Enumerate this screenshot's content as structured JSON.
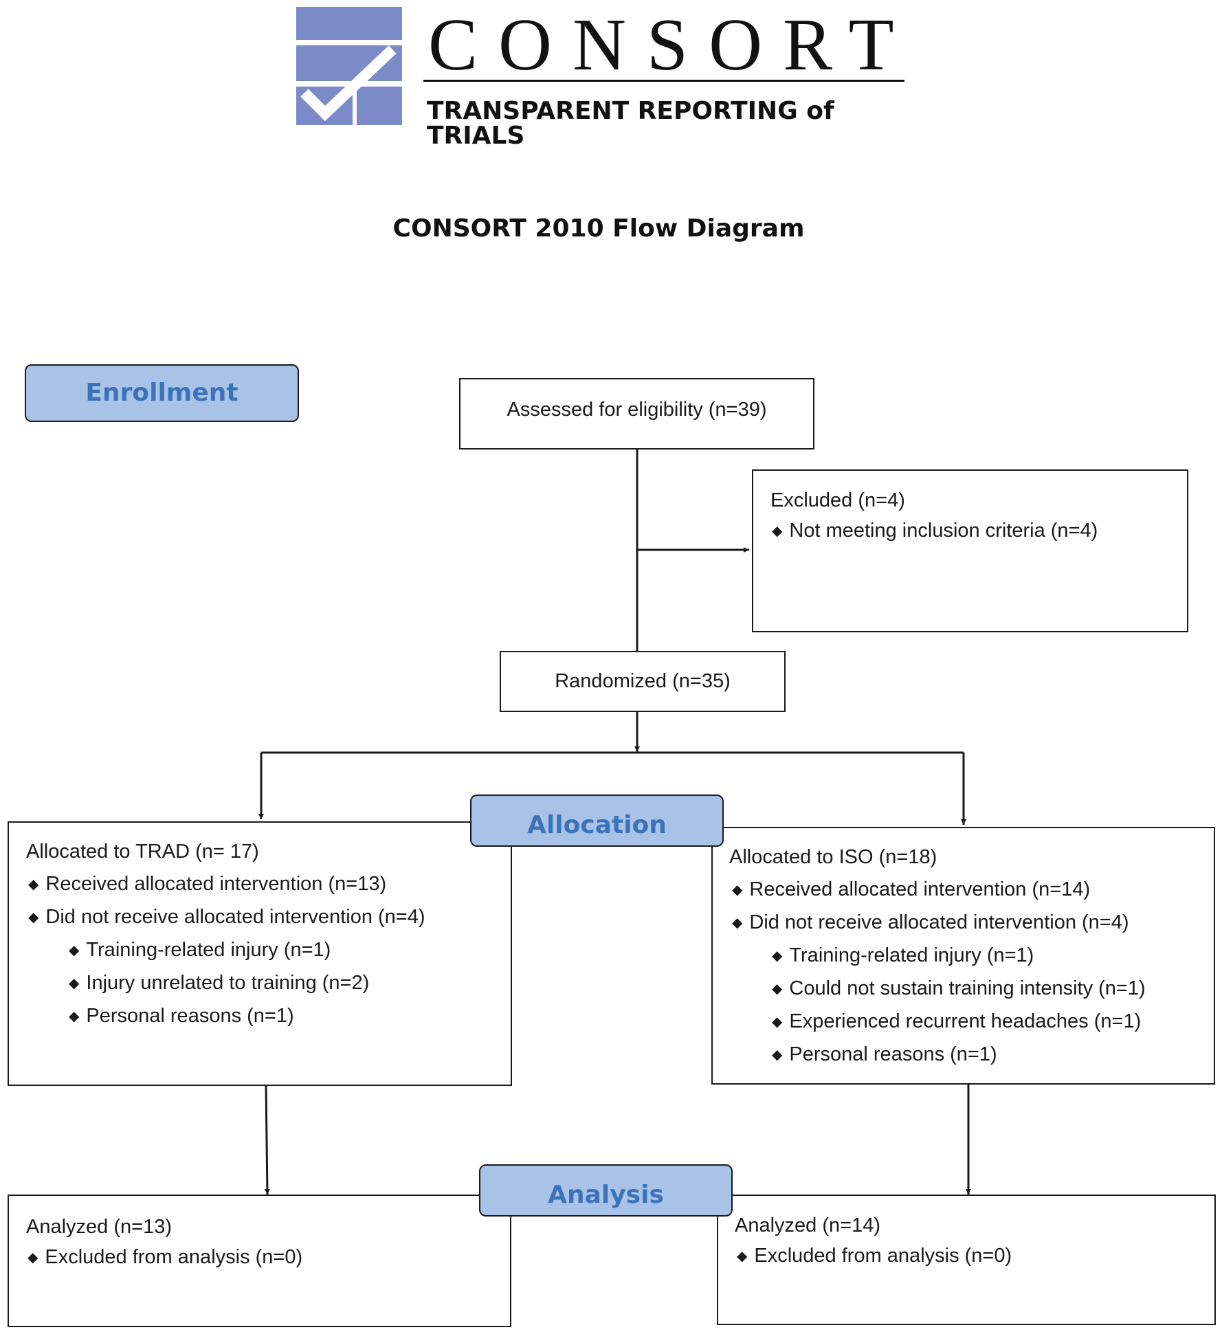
{
  "logo": {
    "wordmark": "CONSORT",
    "tagline": "TRANSPARENT REPORTING of TRIALS",
    "color": "#7a8bc8"
  },
  "title": "CONSORT 2010 Flow Diagram",
  "stages": {
    "enrollment": "Enrollment",
    "allocation": "Allocation",
    "analysis": "Analysis"
  },
  "colors": {
    "stage_fill": "#a9c3e8",
    "stage_text": "#3c73b8",
    "line": "#1a1a1a"
  },
  "assessed": "Assessed for eligibility (n=39)",
  "excluded": {
    "title": "Excluded (n=4)",
    "items": [
      "Not meeting inclusion criteria (n=4)"
    ]
  },
  "randomized": "Randomized (n=35)",
  "trad": {
    "title": "Allocated to TRAD (n= 17)",
    "received": "Received allocated intervention (n=13)",
    "not_received": "Did not receive allocated intervention (n=4)",
    "reasons": [
      "Training-related injury (n=1)",
      "Injury unrelated to training (n=2)",
      "Personal reasons (n=1)"
    ],
    "analyzed": "Analyzed (n=13)",
    "excluded_analysis": "Excluded from analysis (n=0)"
  },
  "iso": {
    "title": "Allocated to ISO (n=18)",
    "received": "Received allocated intervention (n=14)",
    "not_received": "Did not receive allocated intervention (n=4)",
    "reasons": [
      "Training-related injury (n=1)",
      "Could not sustain training intensity (n=1)",
      "Experienced recurrent headaches (n=1)",
      "Personal reasons (n=1)"
    ],
    "analyzed": "Analyzed (n=14)",
    "excluded_analysis": "Excluded from analysis (n=0)"
  }
}
